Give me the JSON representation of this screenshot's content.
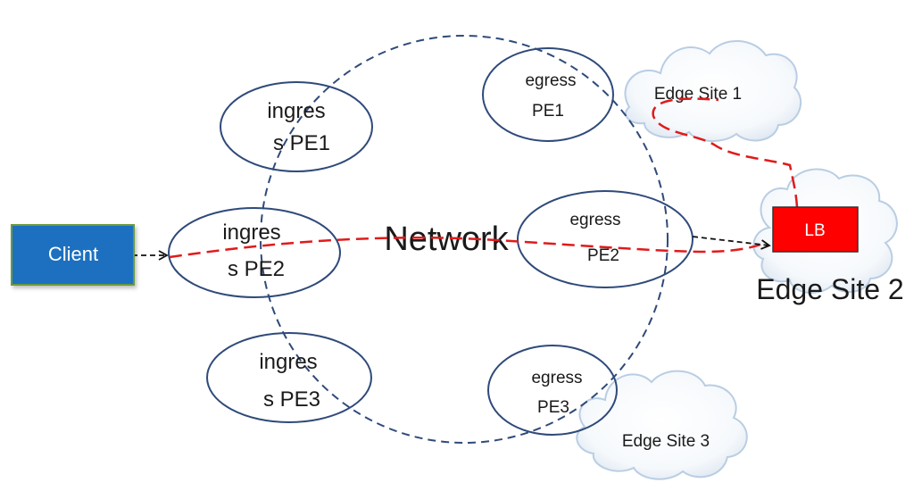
{
  "network": {
    "label": "Network"
  },
  "client": {
    "label": "Client",
    "color": "#1f6fbf"
  },
  "load_balancer": {
    "label": "LB",
    "color": "#ff0000"
  },
  "ingress_pes": [
    {
      "line1": "ingres",
      "line2": "s PE1"
    },
    {
      "line1": "ingres",
      "line2": "s PE2"
    },
    {
      "line1": "ingres",
      "line2": "s PE3"
    }
  ],
  "egress_pes": [
    {
      "line1": "egress",
      "line2": "PE1"
    },
    {
      "line1": "egress",
      "line2": "PE2"
    },
    {
      "line1": "egress",
      "line2": "PE3"
    }
  ],
  "edge_sites": [
    {
      "label": "Edge Site 1"
    },
    {
      "label": "Edge Site 2"
    },
    {
      "label": "Edge Site 3"
    }
  ],
  "colors": {
    "pe_outline": "#2f4a7a",
    "ring_dash": "#2f4a7a",
    "traffic_path": "#e01b1b",
    "cloud_outline": "#b9cde3"
  }
}
